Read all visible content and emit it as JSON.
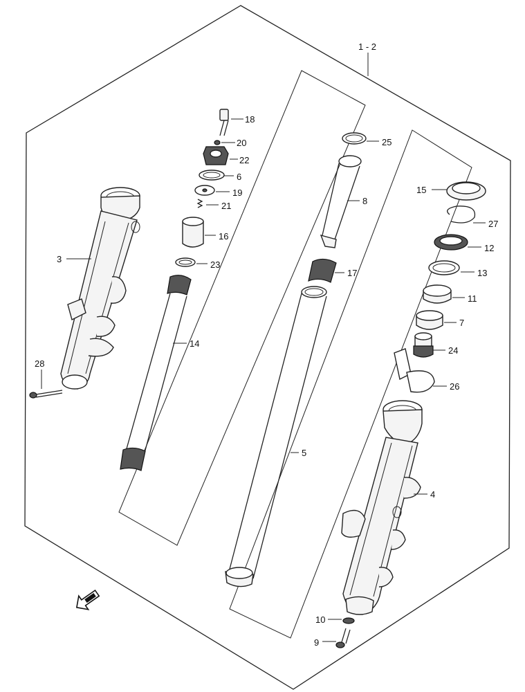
{
  "labels": {
    "p1_2": "1 - 2",
    "p3": "3",
    "p4": "4",
    "p5": "5",
    "p6": "6",
    "p7": "7",
    "p8": "8",
    "p9": "9",
    "p10": "10",
    "p11": "11",
    "p12": "12",
    "p13": "13",
    "p14": "14",
    "p15": "15",
    "p16": "16",
    "p17": "17",
    "p18": "18",
    "p19": "19",
    "p20": "20",
    "p21": "21",
    "p22": "22",
    "p23": "23",
    "p24": "24",
    "p25": "25",
    "p26": "26",
    "p27": "27",
    "p28": "28"
  },
  "icons": {
    "front_arrow": "front-direction-arrow-icon"
  }
}
